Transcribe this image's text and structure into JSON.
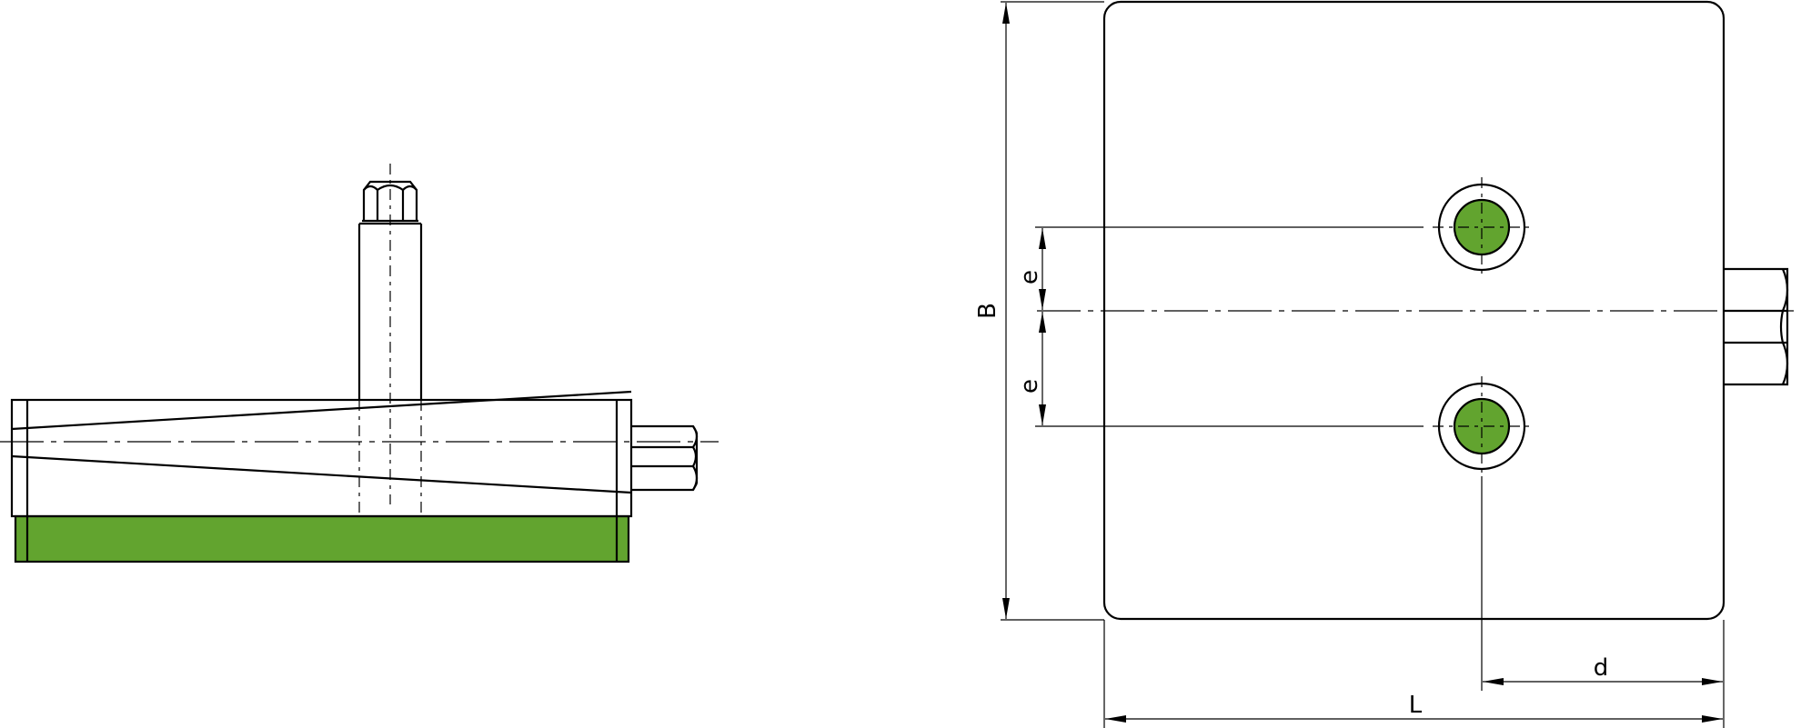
{
  "colors": {
    "line": "#000000",
    "accent_green": "#62a42f",
    "background": "#ffffff"
  },
  "labels": {
    "B": "B",
    "e_top": "e",
    "e_bottom": "e",
    "d": "d",
    "L": "L"
  }
}
